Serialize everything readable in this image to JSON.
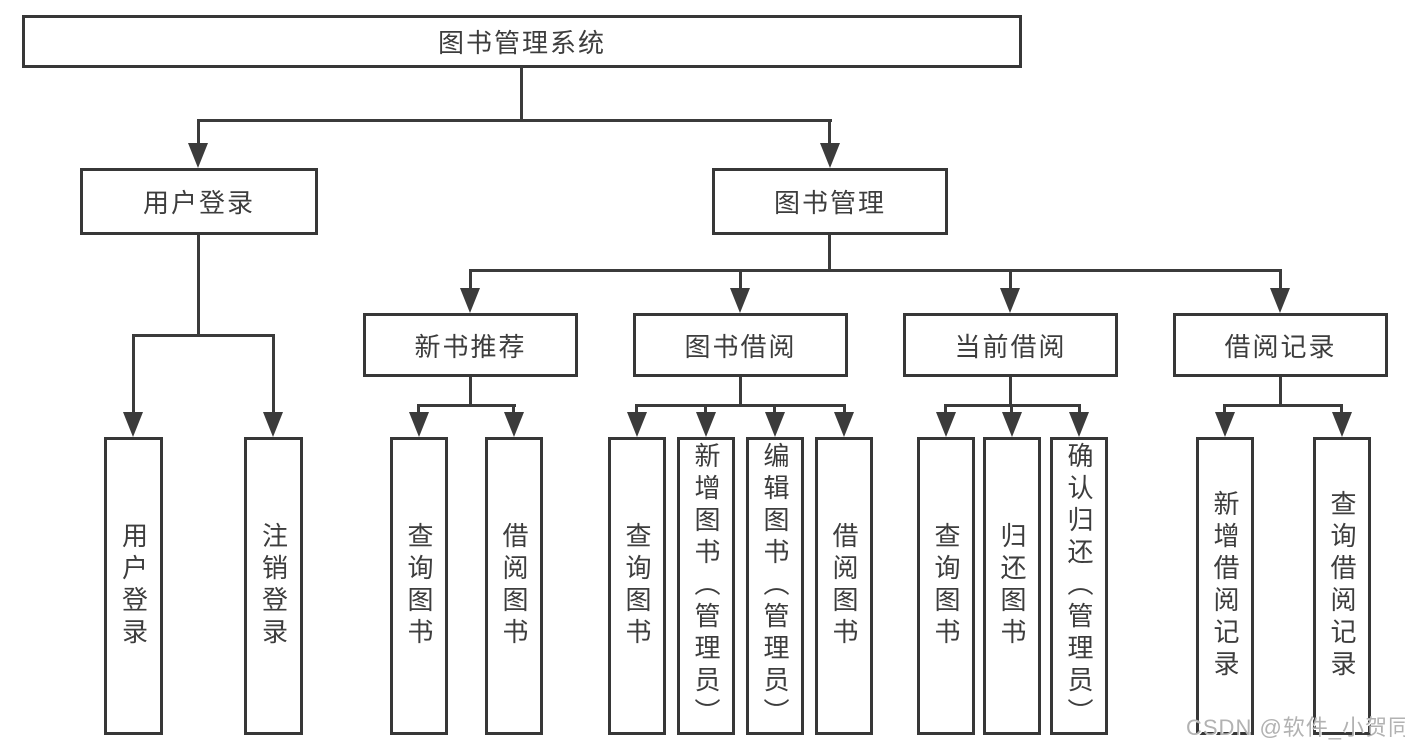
{
  "tree": {
    "root": {
      "label": "图书管理系统",
      "children": [
        {
          "label": "用户登录",
          "children": [
            {
              "label": "用户登录"
            },
            {
              "label": "注销登录"
            }
          ]
        },
        {
          "label": "图书管理",
          "children": [
            {
              "label": "新书推荐",
              "children": [
                {
                  "label": "查询图书"
                },
                {
                  "label": "借阅图书"
                }
              ]
            },
            {
              "label": "图书借阅",
              "children": [
                {
                  "label": "查询图书"
                },
                {
                  "label": "新增图书（管理员）"
                },
                {
                  "label": "编辑图书（管理员）"
                },
                {
                  "label": "借阅图书"
                }
              ]
            },
            {
              "label": "当前借阅",
              "children": [
                {
                  "label": "查询图书"
                },
                {
                  "label": "归还图书"
                },
                {
                  "label": "确认归还（管理员）"
                }
              ]
            },
            {
              "label": "借阅记录",
              "children": [
                {
                  "label": "新增借阅记录"
                },
                {
                  "label": "查询借阅记录"
                }
              ]
            }
          ]
        }
      ]
    }
  },
  "watermark": "CSDN @软件_小贺同学",
  "colors": {
    "line": "#3b3b3b",
    "border": "#373737",
    "text": "#3d3d3d",
    "watermark": "#b2b2b2",
    "background": "#ffffff"
  }
}
